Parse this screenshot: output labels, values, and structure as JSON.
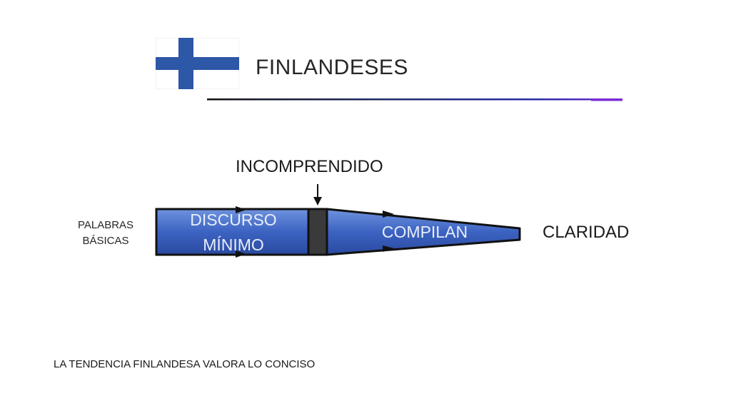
{
  "title": "FINLANDESES",
  "flag": {
    "icon": "finland-flag-icon",
    "cross_color": "#2d57a7",
    "field_color": "#ffffff"
  },
  "colors": {
    "accent": "#2d57a7",
    "divider_end": "#8a2be2"
  },
  "diagram": {
    "left_label": [
      "PALABRAS",
      "BÁSICAS"
    ],
    "top_label": "INCOMPRENDIDO",
    "segment_1": [
      "DISCURSO",
      "MÍNIMO"
    ],
    "segment_2": "COMPILAN",
    "end_label": "CLARIDAD"
  },
  "footer": "LA TENDENCIA FINLANDESA VALORA LO CONCISO"
}
